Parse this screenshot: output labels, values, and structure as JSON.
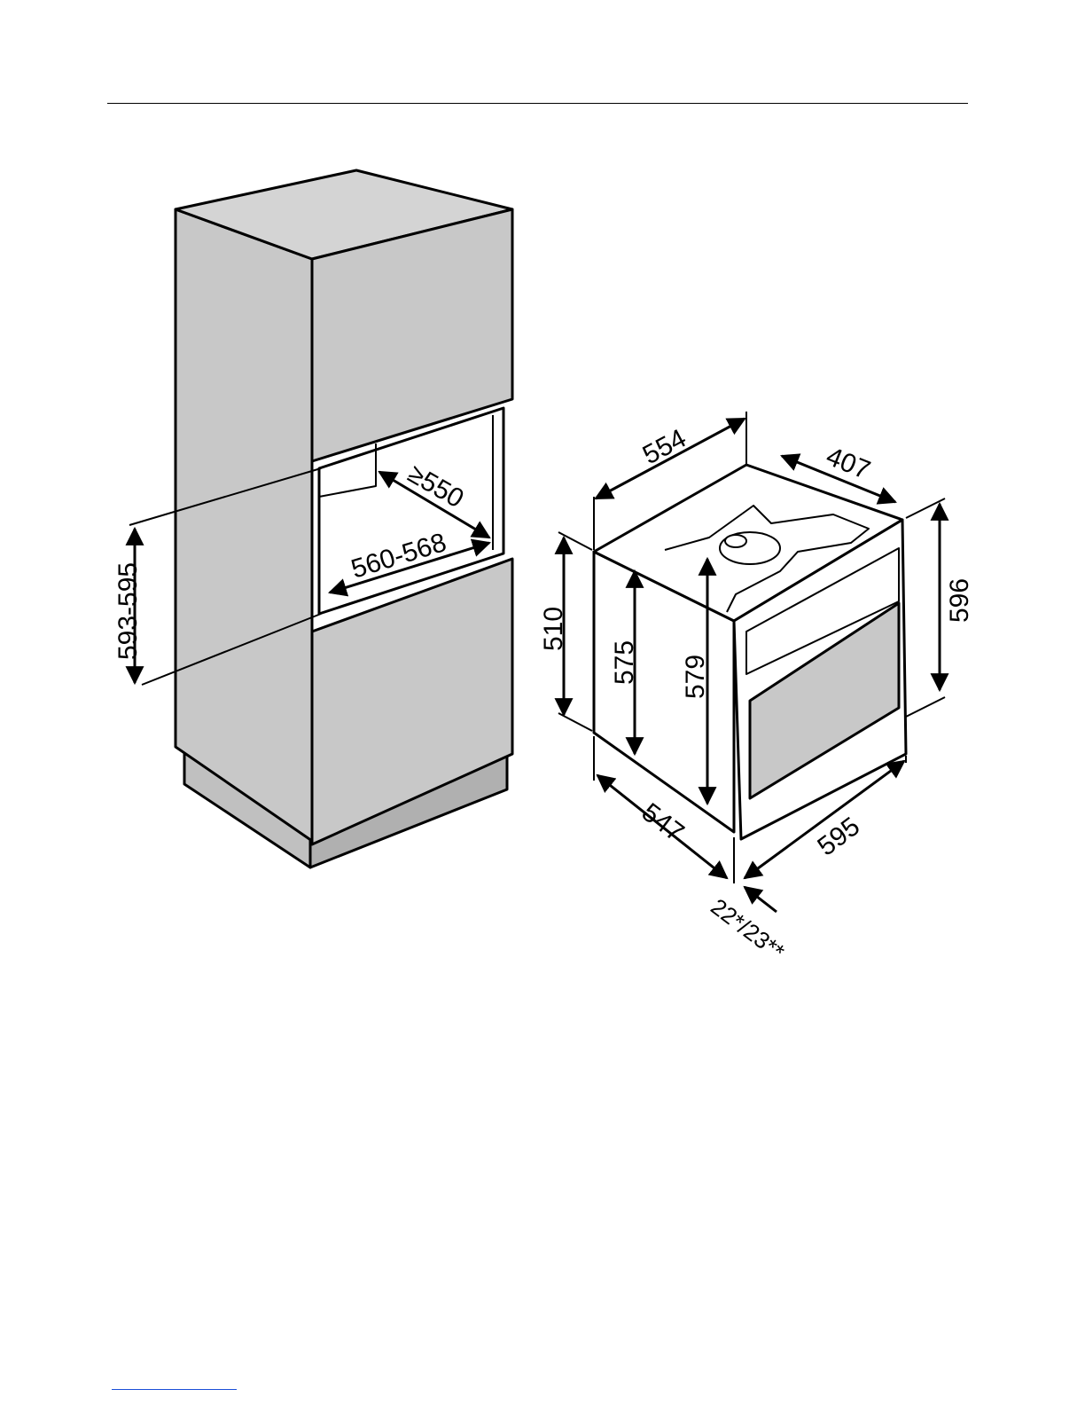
{
  "cabinet": {
    "dim_height": "593-595",
    "dim_width": "560-568",
    "dim_depth": "≥550"
  },
  "oven": {
    "dim_top_depth": "554",
    "dim_top_back": "407",
    "dim_height_total": "596",
    "dim_side_height": "510",
    "dim_inner_height_front": "575",
    "dim_inner_height": "579",
    "dim_depth_bottom": "547",
    "dim_width": "595",
    "dim_front_panel": "22*/23**"
  },
  "colors": {
    "panel_fill": "#c8c8c8",
    "panel_dark": "#b5b5b5",
    "line": "#000000",
    "footer_link": "#1a4fd8"
  }
}
